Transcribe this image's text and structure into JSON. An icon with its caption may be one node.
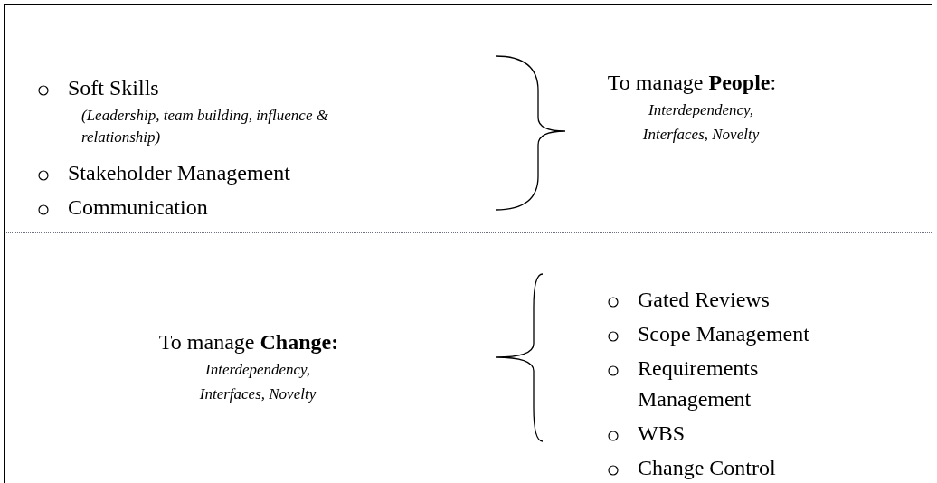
{
  "diagram": {
    "labels": [
      "Soft Skills",
      "(Leadership, team building, influence & relationship)",
      "Stakeholder Management",
      "Communication",
      "To manage **People**:",
      "Interdependency, Interfaces, Novelty",
      "To manage **Change:**",
      "Interdependency, Interfaces, Novelty",
      "Gated Reviews",
      "Scope Management",
      "Requirements Management",
      "WBS",
      "Change Control"
    ]
  }
}
